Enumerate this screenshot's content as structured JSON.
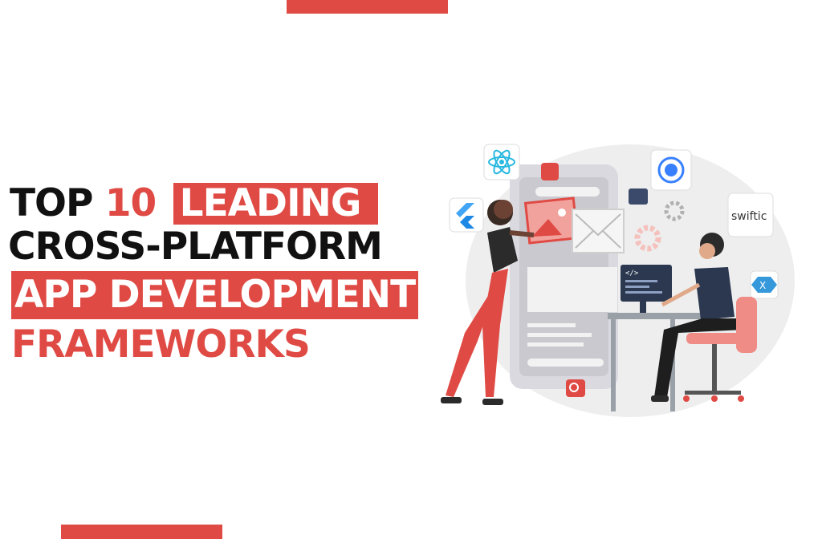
{
  "headline": {
    "line1_a": "TOP",
    "line1_num": "10",
    "line1_highlight": "LEADING",
    "line2": "CROSS-PLATFORM",
    "line3": "APP DEVELOPMENT",
    "line4": "FRAMEWORKS"
  },
  "illustration": {
    "badges": [
      "react-icon",
      "flutter-icon",
      "ionic-icon",
      "swiftic-logo",
      "xamarin-icon"
    ],
    "swiftic_text": "swiftic",
    "code_tag": "</>"
  },
  "colors": {
    "accent": "#e04a44",
    "text": "#111111",
    "blob": "#eeeeee"
  }
}
